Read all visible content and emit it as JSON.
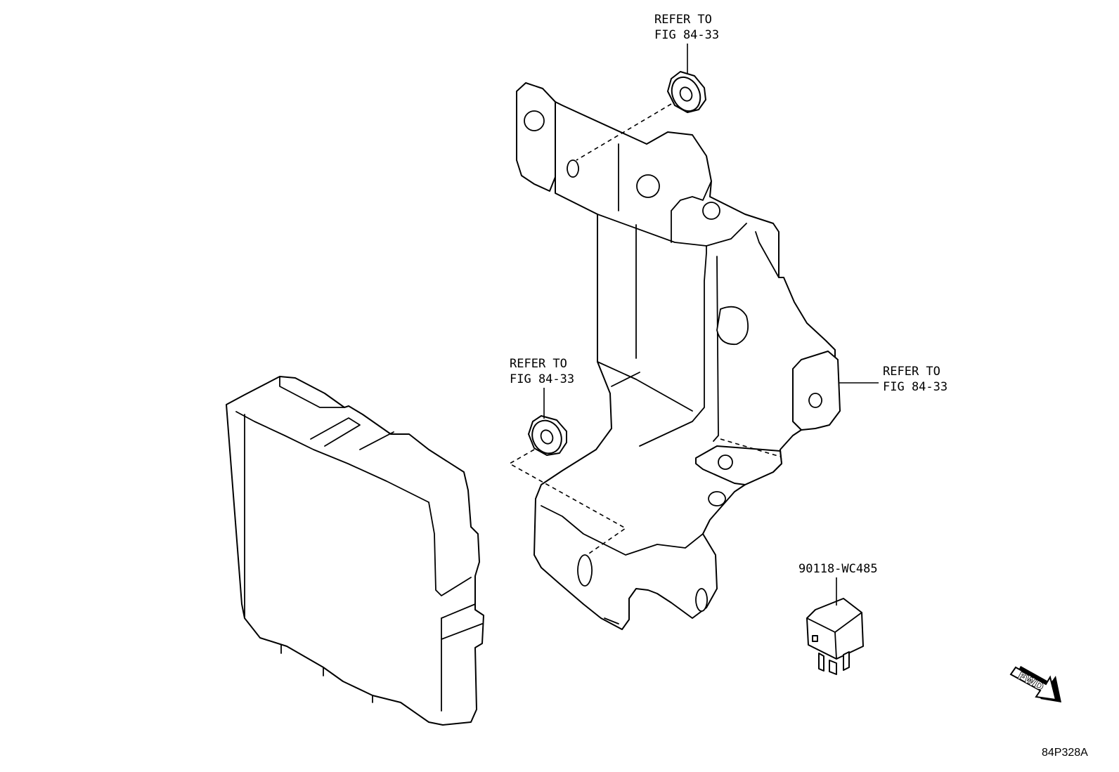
{
  "callouts": {
    "top": {
      "line1": "REFER TO",
      "line2": "FIG 84-33"
    },
    "middle": {
      "line1": "REFER TO",
      "line2": "FIG 84-33"
    },
    "right": {
      "line1": "REFER TO",
      "line2": "FIG 84-33"
    }
  },
  "parts": {
    "relay_part_number": "90118-WC485"
  },
  "direction_indicator": {
    "label": "FWD"
  },
  "figure_code": "84P328A",
  "icons": {
    "control_module": "ecu-box-icon",
    "bracket": "mounting-bracket-icon",
    "nut_top": "flange-nut-icon",
    "nut_middle": "flange-nut-icon",
    "relay": "relay-icon",
    "fwd_arrow": "fwd-arrow-icon"
  }
}
